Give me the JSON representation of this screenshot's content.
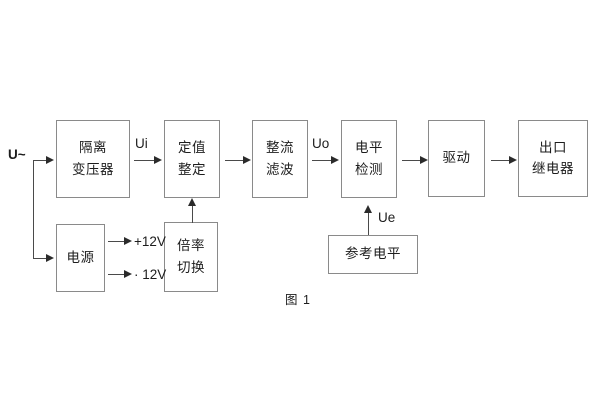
{
  "diagram": {
    "caption": "图 1",
    "input_label": "U~",
    "blocks": [
      {
        "id": "isolation-transformer",
        "lines": [
          "隔离",
          "变压器"
        ]
      },
      {
        "id": "setting-value",
        "lines": [
          "定值",
          "整定"
        ]
      },
      {
        "id": "rectifier-filter",
        "lines": [
          "整流",
          "滤波"
        ]
      },
      {
        "id": "level-detection",
        "lines": [
          "电平",
          "检测"
        ]
      },
      {
        "id": "drive",
        "lines": [
          "驱动"
        ]
      },
      {
        "id": "output-relay",
        "lines": [
          "出口",
          "继电器"
        ]
      },
      {
        "id": "power-supply",
        "lines": [
          "电源"
        ]
      },
      {
        "id": "multiplier-switch",
        "lines": [
          "倍率",
          "切换"
        ]
      },
      {
        "id": "reference-level",
        "lines": [
          "参考电平"
        ]
      }
    ],
    "signal_labels": [
      {
        "id": "ui",
        "text": "Ui"
      },
      {
        "id": "uo",
        "text": "Uo"
      },
      {
        "id": "ue",
        "text": "Ue"
      }
    ],
    "rail_labels": [
      {
        "id": "plus-12v",
        "text": "+12V"
      },
      {
        "id": "minus-12v",
        "text": "· 12V"
      }
    ],
    "colors": {
      "box_border": "#8a8a8a",
      "wire": "#4a4a4a",
      "arrow": "#2b2b2b",
      "text": "#1d1d1d",
      "background": "#ffffff"
    }
  }
}
